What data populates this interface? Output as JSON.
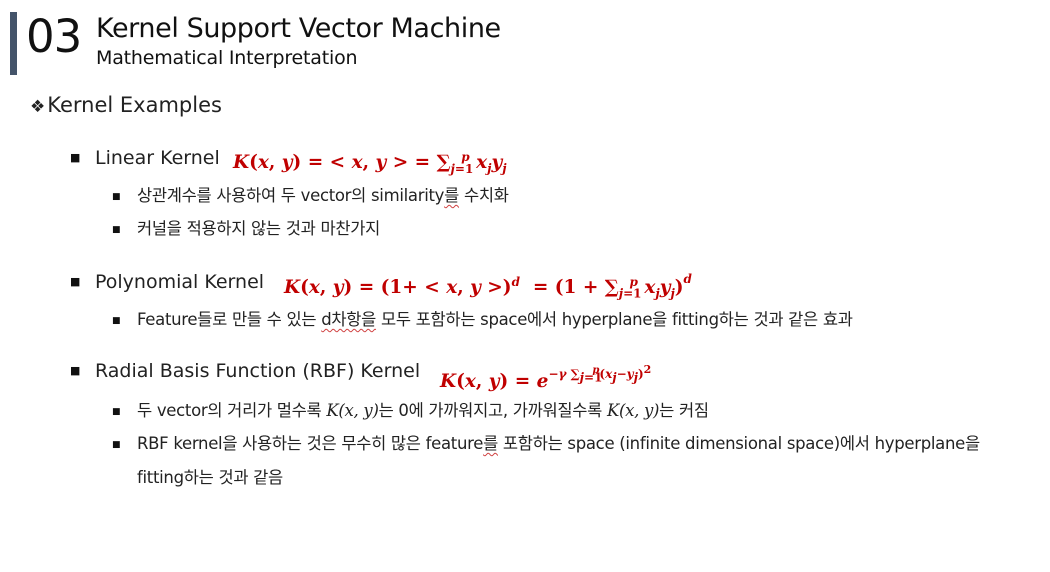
{
  "header": {
    "section_number": "03",
    "title": "Kernel Support Vector Machine",
    "subtitle": "Mathematical Interpretation"
  },
  "section": {
    "bullet_glyph": "❖",
    "title": "Kernel Examples"
  },
  "kernels": [
    {
      "name": "Linear Kernel",
      "formula": "K(x, y) = < x, y > = Σ_{j=1}^{p} x_j y_j",
      "notes": [
        "상관계수를 사용하여 두 vector의 similarity를 수치화",
        "커널을 적용하지 않는 것과 마찬가지"
      ]
    },
    {
      "name": "Polynomial Kernel",
      "formula": "K(x, y) = (1+ < x, y >)^d = (1 + Σ_{j=1}^{p} x_j y_j)^d",
      "notes": [
        "Feature들로 만들 수 있는 d차항을 모두 포함하는 space에서 hyperplane을 fitting하는 것과 같은 효과"
      ]
    },
    {
      "name": "Radial Basis Function (RBF) Kernel",
      "formula": "K(x, y) = e^{-γ Σ_{j=1}^{p} (x_j − y_j)^2}",
      "notes": [
        "두 vector의 거리가 멀수록 K(x, y)는 0에 가까워지고, 가까워질수록 K(x, y)는 커짐",
        "RBF kernel을 사용하는 것은 무수히 많은 feature를 포함하는 space (infinite dimensional space)에서 hyperplane을",
        "fitting하는 것과 같음"
      ]
    }
  ],
  "text_parts": {
    "k0n0": {
      "a": "상관계수를 사용하여 두 vector의 similarity",
      "b": "를",
      "c": " 수치화"
    },
    "k1n0": {
      "a": "Feature들로 만들 수 있는 ",
      "b": "d차항을",
      "c": " 모두 포함하는 space에서 hyperplane을 fitting하는 것과 같은 효과"
    },
    "k2n0": {
      "a": "두 vector의 거리가 멀수록 ",
      "k": "K(x, y)",
      "b": "는 0에 가까워지고, 가까워질수록 ",
      "c": "는 커짐"
    },
    "k2n1": {
      "a": "RBF kernel을 사용하는 것은 무수히 많은 feature",
      "b": "를",
      "c": " 포함하는 space (infinite dimensional space)에서 hyperplane을"
    }
  },
  "colors": {
    "accent_bar": "#44546a",
    "formula": "#c00000",
    "text": "#222222"
  }
}
